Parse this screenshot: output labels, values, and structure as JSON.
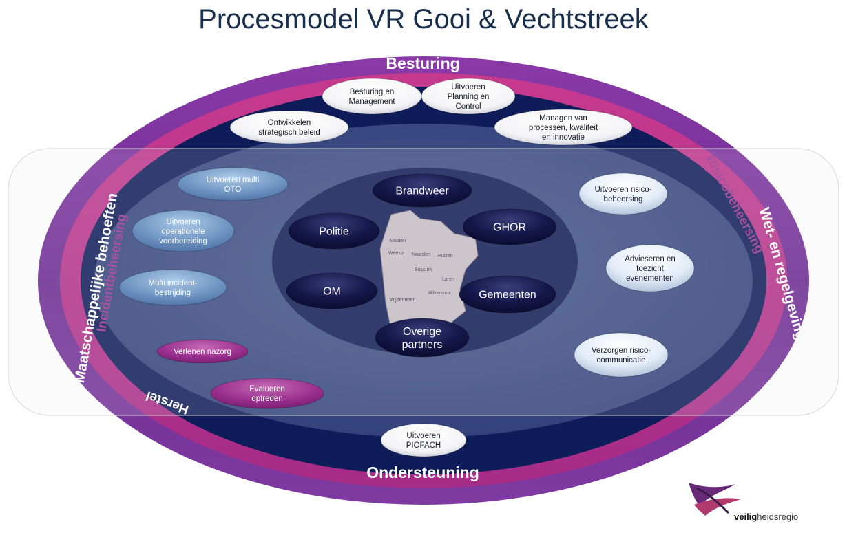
{
  "title": "Procesmodel VR Gooi & Vechtstreek",
  "ring": {
    "top": "Besturing",
    "bottom": "Ondersteuning",
    "left": "Maatschappelijke behoeften",
    "right": "Wet- en regelgeving",
    "inner_left": "Incidentbeheersing",
    "inner_right": "Risicobeheersing",
    "inner_bottom_left": "Herstel"
  },
  "besturing_items": [
    [
      "Besturing en",
      "Management"
    ],
    [
      "Uitvoeren",
      "Planning en",
      "Control"
    ],
    [
      "Ontwikkelen",
      "strategisch beleid"
    ],
    [
      "Managen van",
      "processen, kwaliteit",
      "en innovatie"
    ]
  ],
  "incident_items": [
    [
      "Uitvoeren multi",
      "OTO"
    ],
    [
      "Uitvoeren",
      "operationele",
      "voorbereiding"
    ],
    [
      "Multi incident-",
      "bestrijding"
    ]
  ],
  "herstel_items": [
    [
      "Verlenen nazorg"
    ],
    [
      "Evalueren",
      "optreden"
    ]
  ],
  "risico_items": [
    [
      "Uitvoeren risico-",
      "beheersing"
    ],
    [
      "Advieseren en",
      "toezicht",
      "evenementen"
    ],
    [
      "Verzorgen risico-",
      "communicatie"
    ]
  ],
  "ondersteuning_item": [
    "Uitvoeren",
    "PIOFACH"
  ],
  "partners": [
    [
      "Brandweer"
    ],
    [
      "Politie"
    ],
    [
      "GHOR"
    ],
    [
      "OM"
    ],
    [
      "Gemeenten"
    ],
    [
      "Overige",
      "partners"
    ]
  ],
  "map_labels": [
    "Muiden",
    "Weesp",
    "Naarden",
    "Huizen",
    "Bussum",
    "Laren",
    "Hilversum",
    "Wijdemeren"
  ],
  "logo": {
    "text_bold": "veilig",
    "text_rest": "heidsregio"
  },
  "colors": {
    "outer_ring": "#7a2e9a",
    "ring_pink": "#c2358e",
    "navy": "#0f1c5a",
    "panel": "#3e4f82",
    "partner": "#14163f",
    "title": "#1a2f4c"
  }
}
